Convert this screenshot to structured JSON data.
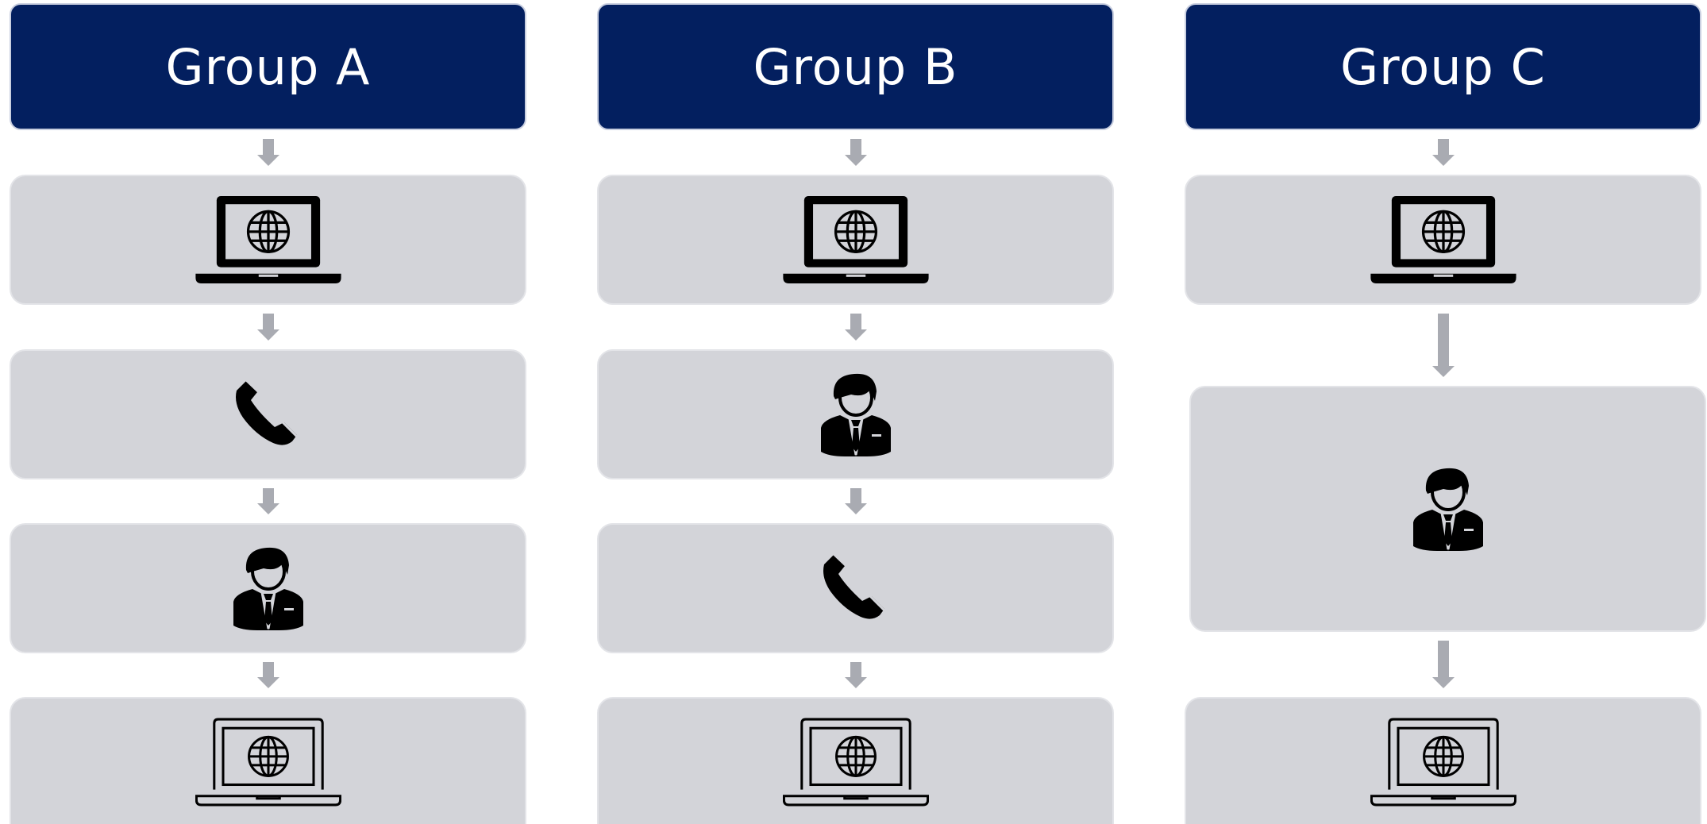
{
  "colors": {
    "header_fill": "#031f5f",
    "box_fill": "#d3d4d9",
    "arrow_fill": "#a9abb2",
    "icon": "#000000"
  },
  "groups": [
    {
      "title": "Group A",
      "steps": [
        "laptop-globe-icon",
        "phone-icon",
        "person-icon",
        "laptop-outline-globe-icon"
      ]
    },
    {
      "title": "Group B",
      "steps": [
        "laptop-globe-icon",
        "person-icon",
        "phone-icon",
        "laptop-outline-globe-icon"
      ]
    },
    {
      "title": "Group C",
      "steps": [
        "laptop-globe-icon",
        "person-icon",
        "laptop-outline-globe-icon"
      ]
    }
  ]
}
